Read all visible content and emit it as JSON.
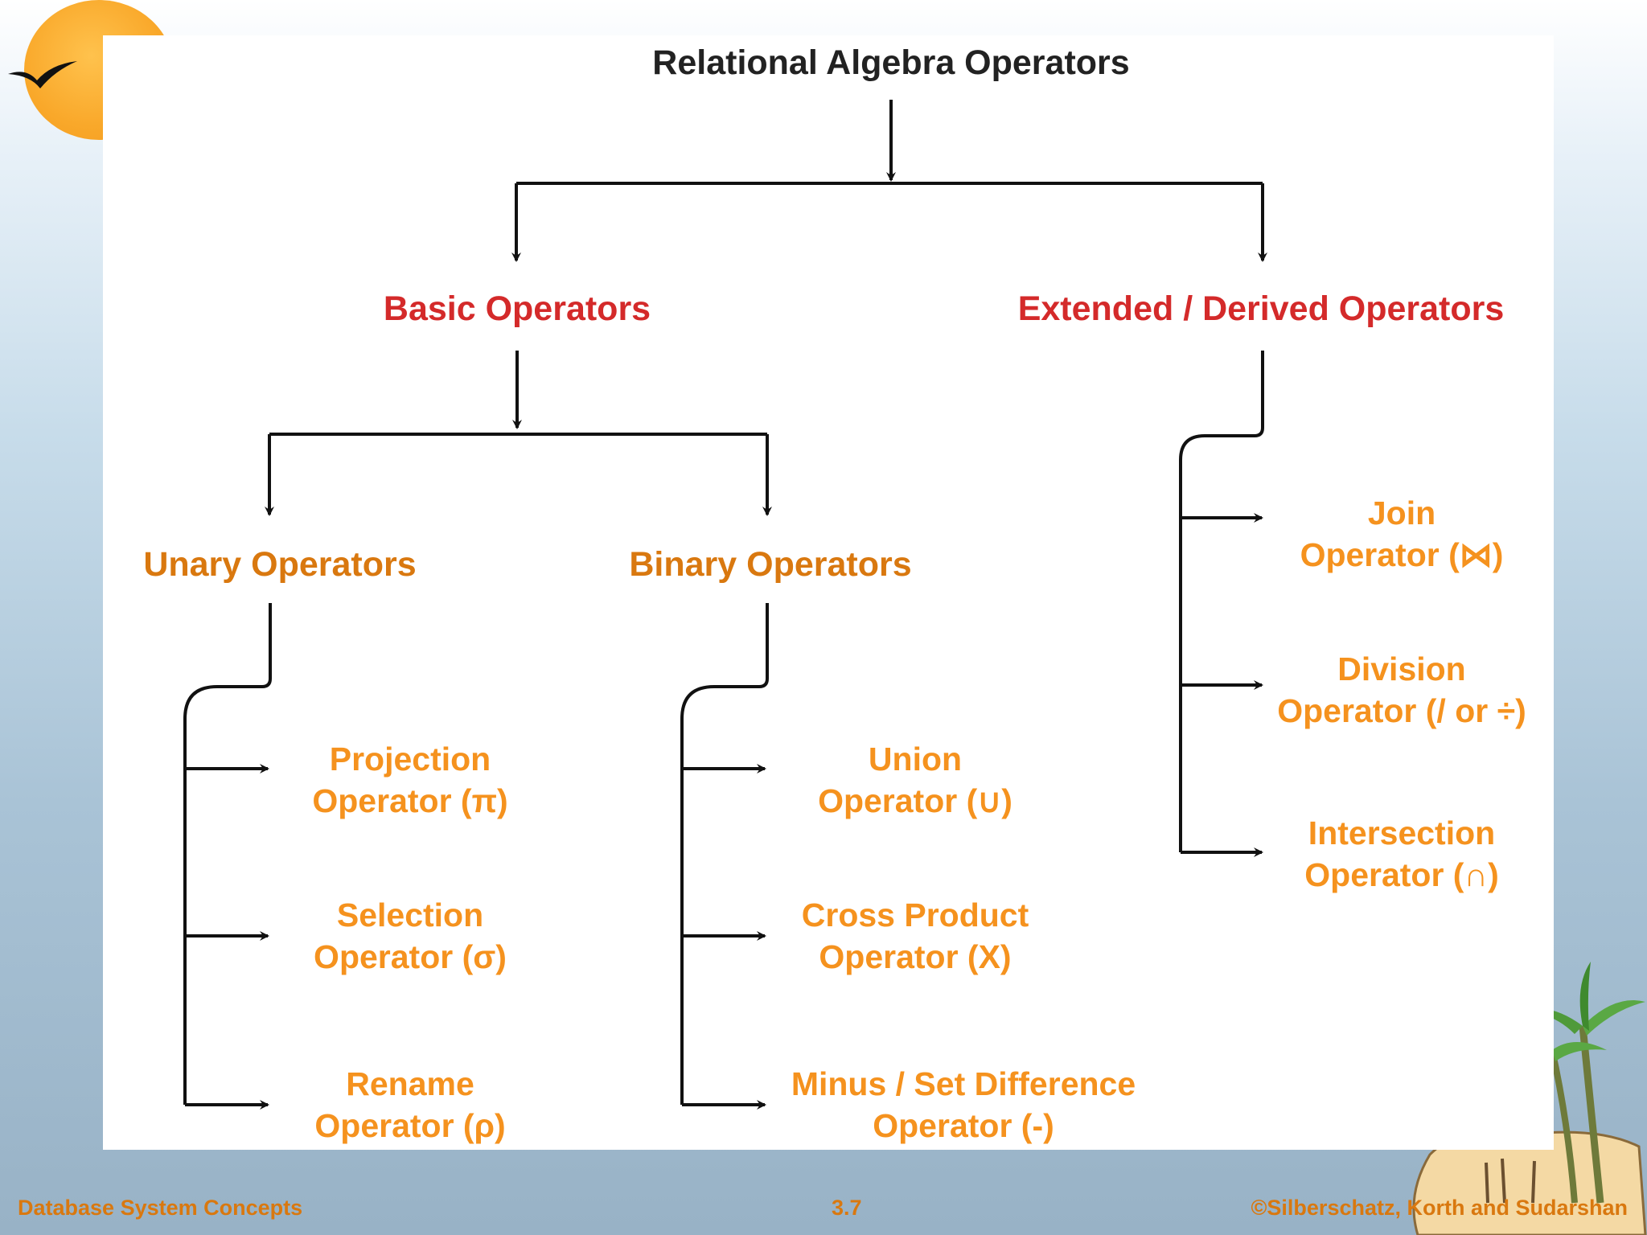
{
  "diagram": {
    "root": "Relational Algebra Operators",
    "basic": "Basic Operators",
    "extended": "Extended / Derived Operators",
    "unary": "Unary Operators",
    "binary": "Binary Operators",
    "projection": "Projection\nOperator (π)",
    "selection": "Selection\nOperator (σ)",
    "rename": "Rename\nOperator (ρ)",
    "union": "Union\nOperator (∪)",
    "cross": "Cross Product\nOperator (X)",
    "minus": "Minus / Set Difference\nOperator (-)",
    "join": "Join\nOperator (⋈)",
    "division": "Division\nOperator (/ or ÷)",
    "intersection": "Intersection\nOperator (∩)"
  },
  "footer": {
    "left": "Database System Concepts",
    "center": "3.7",
    "right": "©Silberschatz, Korth and Sudarshan"
  },
  "colors": {
    "title": "#222222",
    "category": "#d42a2a",
    "subcategory": "#d9780f",
    "operator": "#f5921e",
    "footer": "#d9780f"
  }
}
